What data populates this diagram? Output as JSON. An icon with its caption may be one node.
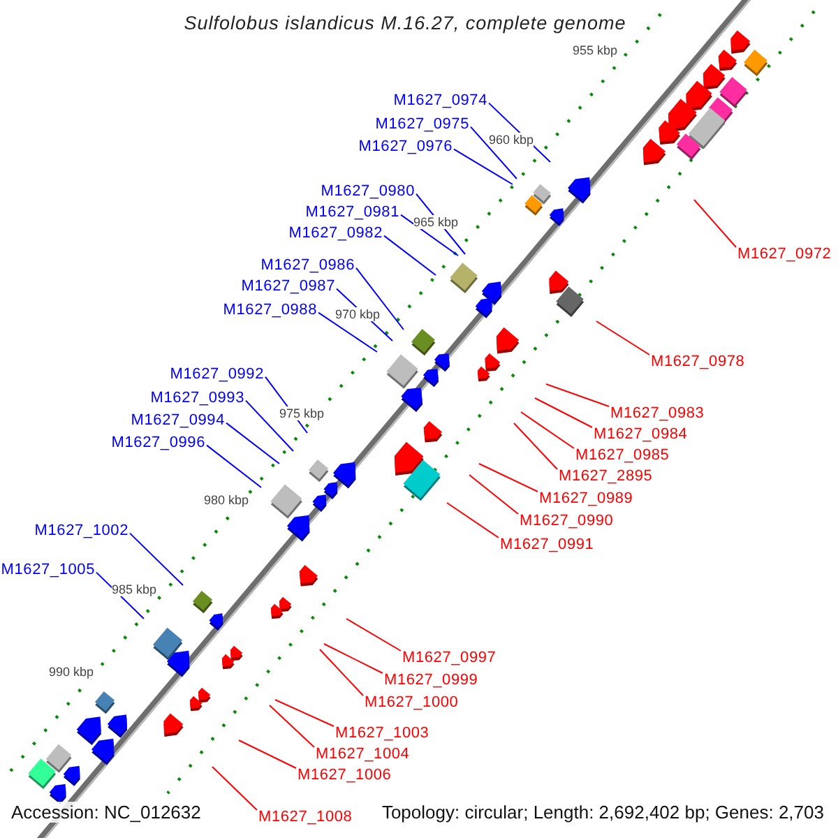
{
  "diagram": {
    "title": "Sulfolobus islandicus M.16.27, complete genome",
    "nodes": [
      {
        "text": [
          "M1627_0974"
        ]
      },
      {
        "text": [
          "M1627_0975"
        ]
      },
      {
        "text": [
          "M1627_0976"
        ]
      },
      {
        "text": [
          "M1627_0980"
        ]
      },
      {
        "text": [
          "M1627_0981"
        ]
      },
      {
        "text": [
          "M1627_0982"
        ]
      },
      {
        "text": [
          "M1627_0986"
        ]
      },
      {
        "text": [
          "M1627_0987"
        ]
      },
      {
        "text": [
          "M1627_0988"
        ]
      },
      {
        "text": [
          "M1627_0992"
        ]
      },
      {
        "text": [
          "M1627_0993"
        ]
      },
      {
        "text": [
          "M1627_0994"
        ]
      },
      {
        "text": [
          "M1627_0996"
        ]
      },
      {
        "text": [
          "M1627_1002"
        ]
      },
      {
        "text": [
          "M1627_1005"
        ]
      },
      {
        "text": [
          "M1627_0972"
        ]
      },
      {
        "text": [
          "M1627_0978"
        ]
      },
      {
        "text": [
          "M1627_0983"
        ]
      },
      {
        "text": [
          "M1627_0984"
        ]
      },
      {
        "text": [
          "M1627_0985"
        ]
      },
      {
        "text": [
          "M1627_2895"
        ]
      },
      {
        "text": [
          "M1627_0989"
        ]
      },
      {
        "text": [
          "M1627_0990"
        ]
      },
      {
        "text": [
          "M1627_0991"
        ]
      },
      {
        "text": [
          "M1627_0997"
        ]
      },
      {
        "text": [
          "M1627_0999"
        ]
      },
      {
        "text": [
          "M1627_1000"
        ]
      },
      {
        "text": [
          "M1627_1003"
        ]
      },
      {
        "text": [
          "M1627_1004"
        ]
      },
      {
        "text": [
          "M1627_1006"
        ]
      },
      {
        "text": [
          "M1627_1008"
        ]
      }
    ],
    "edges": [
      {
        "from": 0,
        "to": null,
        "arrow": "none",
        "color": "#0000ff"
      },
      {
        "from": 1,
        "to": null,
        "arrow": "none",
        "color": "#0000ff"
      },
      {
        "from": 2,
        "to": null,
        "arrow": "none",
        "color": "#0000ff"
      },
      {
        "from": 3,
        "to": null,
        "arrow": "none",
        "color": "#0000ff"
      },
      {
        "from": 4,
        "to": null,
        "arrow": "none",
        "color": "#0000ff"
      },
      {
        "from": 5,
        "to": null,
        "arrow": "none",
        "color": "#0000ff"
      },
      {
        "from": 6,
        "to": null,
        "arrow": "none",
        "color": "#0000ff"
      },
      {
        "from": 7,
        "to": null,
        "arrow": "none",
        "color": "#0000ff"
      },
      {
        "from": 8,
        "to": null,
        "arrow": "none",
        "color": "#0000ff"
      },
      {
        "from": 9,
        "to": null,
        "arrow": "none",
        "color": "#0000ff"
      },
      {
        "from": 10,
        "to": null,
        "arrow": "none",
        "color": "#0000ff"
      },
      {
        "from": 11,
        "to": null,
        "arrow": "none",
        "color": "#0000ff"
      },
      {
        "from": 12,
        "to": null,
        "arrow": "none",
        "color": "#0000ff"
      },
      {
        "from": 13,
        "to": null,
        "arrow": "none",
        "color": "#0000ff"
      },
      {
        "from": 14,
        "to": null,
        "arrow": "none",
        "color": "#0000ff"
      },
      {
        "from": 15,
        "to": null,
        "arrow": "none"
      },
      {
        "from": 16,
        "to": null,
        "arrow": "none"
      },
      {
        "from": 17,
        "to": null,
        "arrow": "none"
      },
      {
        "from": 18,
        "to": null,
        "arrow": "none"
      },
      {
        "from": 19,
        "to": null,
        "arrow": "none"
      },
      {
        "from": 20,
        "to": null,
        "arrow": "none"
      },
      {
        "from": 21,
        "to": null,
        "arrow": "none"
      },
      {
        "from": 22,
        "to": null,
        "arrow": "none"
      },
      {
        "from": 23,
        "to": null,
        "arrow": "none"
      },
      {
        "from": 24,
        "to": null,
        "arrow": "none"
      },
      {
        "from": 25,
        "to": null,
        "arrow": "none"
      },
      {
        "from": 26,
        "to": null,
        "arrow": "none"
      },
      {
        "from": 27,
        "to": null,
        "arrow": "none"
      },
      {
        "from": 28,
        "to": null,
        "arrow": "none"
      },
      {
        "from": 29,
        "to": null,
        "arrow": "none"
      },
      {
        "from": 30,
        "to": null,
        "arrow": "none"
      }
    ],
    "labels": [
      "955 kbp",
      "960 kbp",
      "965 kbp",
      "970 kbp",
      "975 kbp",
      "980 kbp",
      "985 kbp",
      "990 kbp",
      "Accession: NC_012632",
      "Topology: circular; Length: 2,692,402 bp; Genes: 2,703"
    ]
  }
}
